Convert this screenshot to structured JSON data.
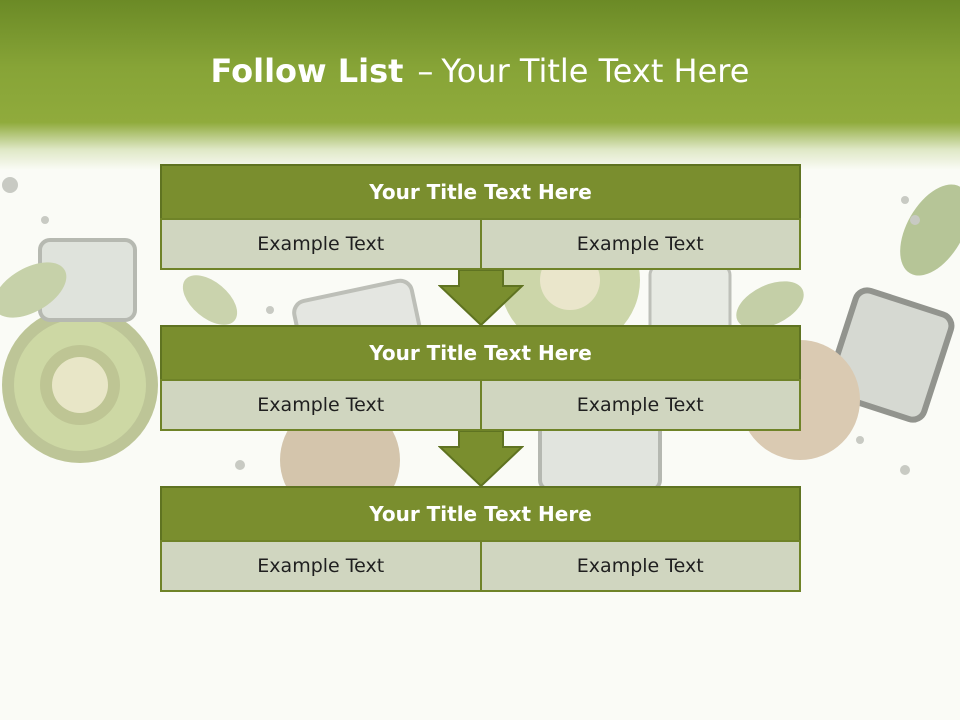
{
  "title": {
    "bold": "Follow List",
    "dash": "–",
    "rest": "Your Title Text Here"
  },
  "steps": [
    {
      "title": "Your Title Text Here",
      "items": [
        "Example Text",
        "Example Text"
      ]
    },
    {
      "title": "Your Title Text Here",
      "items": [
        "Example Text",
        "Example Text"
      ]
    },
    {
      "title": "Your Title Text Here",
      "items": [
        "Example Text",
        "Example Text"
      ]
    }
  ],
  "colors": {
    "header_green": "#87a437",
    "block_title": "#7a8e2e",
    "block_cell": "#d0d6c0",
    "arrow": "#7a8e2e"
  }
}
